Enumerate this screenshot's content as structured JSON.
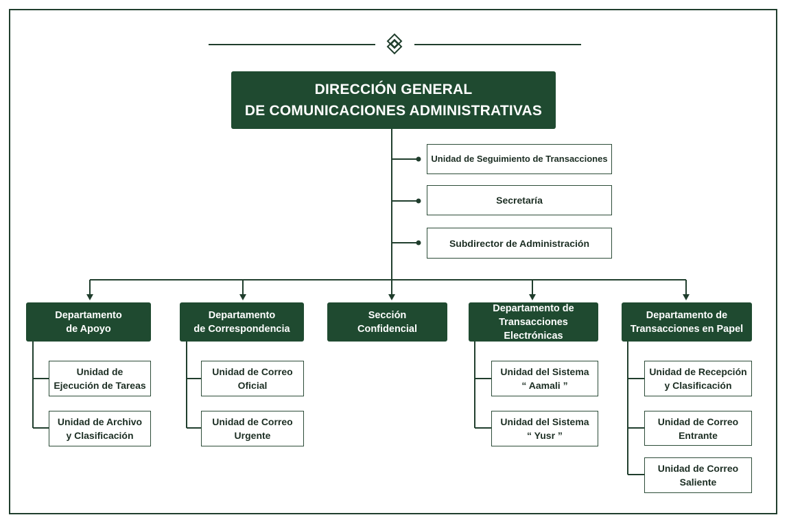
{
  "chart": {
    "title": "DIRECCIÓN GENERAL\nDE COMUNICACIONES ADMINISTRATIVAS",
    "staff_units": [
      "Unidad de Seguimiento de Transacciones",
      "Secretaría",
      "Subdirector de Administración"
    ],
    "departments": [
      {
        "name": "Departamento\nde Apoyo",
        "units": [
          "Unidad de\nEjecución de Tareas",
          "Unidad de Archivo\ny Clasificación"
        ]
      },
      {
        "name": "Departamento\nde Correspondencia",
        "units": [
          "Unidad de Correo\nOficial",
          "Unidad de Correo\nUrgente"
        ]
      },
      {
        "name": "Sección\nConfidencial",
        "units": []
      },
      {
        "name": "Departamento de\nTransacciones Electrónicas",
        "units": [
          "Unidad del Sistema\n“ Aamali ”",
          "Unidad del Sistema\n“ Yusr ”"
        ]
      },
      {
        "name": "Departamento de\nTransacciones en Papel",
        "units": [
          "Unidad de Recepción\ny Clasificación",
          "Unidad de Correo\nEntrante",
          "Unidad de Correo\nSaliente"
        ]
      }
    ]
  },
  "colors": {
    "primary": "#1f4a30",
    "line": "#1f3d2c",
    "text": "#1c2e23"
  },
  "icons": {
    "ornament": "diamond-knot-icon"
  }
}
